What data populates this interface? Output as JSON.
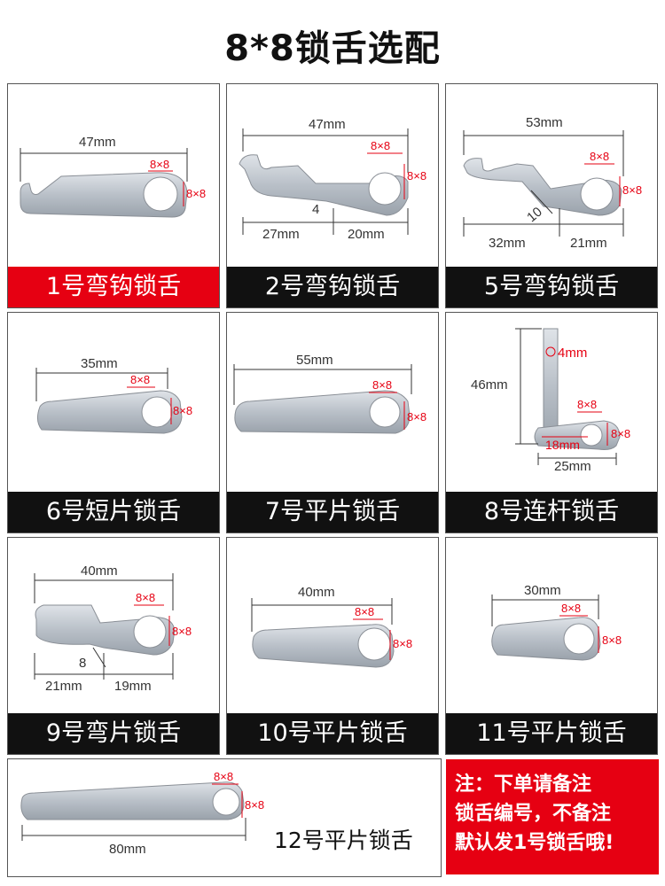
{
  "title": "8*8锁舌选配",
  "items": [
    {
      "label": "1号弯钩锁舌",
      "dims": [
        "47mm",
        "8×8",
        "8×8"
      ]
    },
    {
      "label": "2号弯钩锁舌",
      "dims": [
        "47mm",
        "8×8",
        "8×8",
        "4",
        "27mm",
        "20mm"
      ]
    },
    {
      "label": "5号弯钩锁舌",
      "dims": [
        "53mm",
        "8×8",
        "8×8",
        "10",
        "32mm",
        "21mm"
      ]
    },
    {
      "label": "6号短片锁舌",
      "dims": [
        "35mm",
        "8×8",
        "8×8"
      ]
    },
    {
      "label": "7号平片锁舌",
      "dims": [
        "55mm",
        "8×8",
        "8×8"
      ]
    },
    {
      "label": "8号连杆锁舌",
      "dims": [
        "46mm",
        "4mm",
        "8×8",
        "8×8",
        "18mm",
        "25mm"
      ]
    },
    {
      "label": "9号弯片锁舌",
      "dims": [
        "40mm",
        "8×8",
        "8×8",
        "8",
        "21mm",
        "19mm"
      ]
    },
    {
      "label": "10号平片锁舌",
      "dims": [
        "40mm",
        "8×8",
        "8×8"
      ]
    },
    {
      "label": "11号平片锁舌",
      "dims": [
        "30mm",
        "8×8",
        "8×8"
      ]
    },
    {
      "label": "12号平片锁舌",
      "dims": [
        "8×8",
        "8×8",
        "80mm"
      ]
    }
  ],
  "note": [
    "注：下单请备注",
    "锁舌编号，不备注",
    "默认发1号锁舌哦!"
  ],
  "colors": {
    "accent": "#e60012",
    "label_bg": "#111111"
  }
}
